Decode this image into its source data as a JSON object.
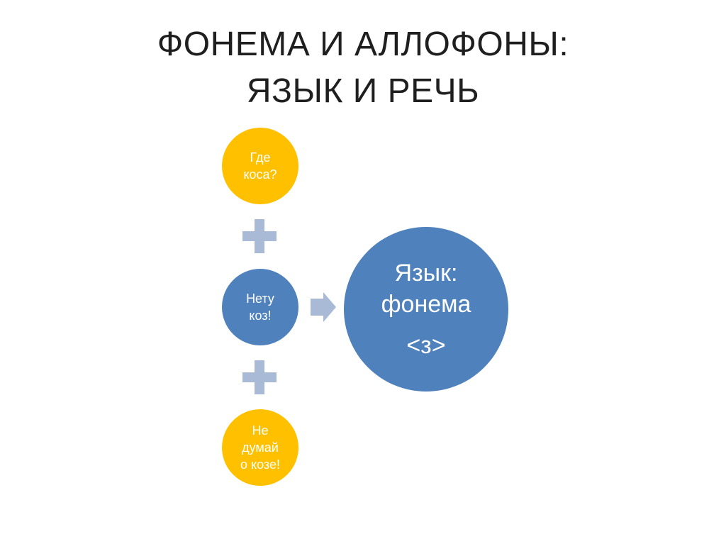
{
  "title": {
    "line1": "ФОНЕМА И АЛЛОФОНЫ:",
    "line2": "ЯЗЫК И РЕЧЬ"
  },
  "diagram": {
    "nodes": [
      {
        "id": "top",
        "text": "Где\nкоса?"
      },
      {
        "id": "middle",
        "text": "Нету\nкоз!"
      },
      {
        "id": "bottom",
        "text": "Не\nдумай\nо козе!"
      }
    ],
    "result": {
      "line1": "Язык:",
      "line2": "фонема",
      "line3": "<з>"
    },
    "connectors": {
      "plus_icon": "plus-icon",
      "arrow_icon": "arrow-right-icon"
    },
    "colors": {
      "node_yellow": "#ffc000",
      "node_blue": "#4f81bd",
      "connector": "#a8bad6",
      "text": "#ffffff",
      "title": "#1f1f1f"
    }
  }
}
